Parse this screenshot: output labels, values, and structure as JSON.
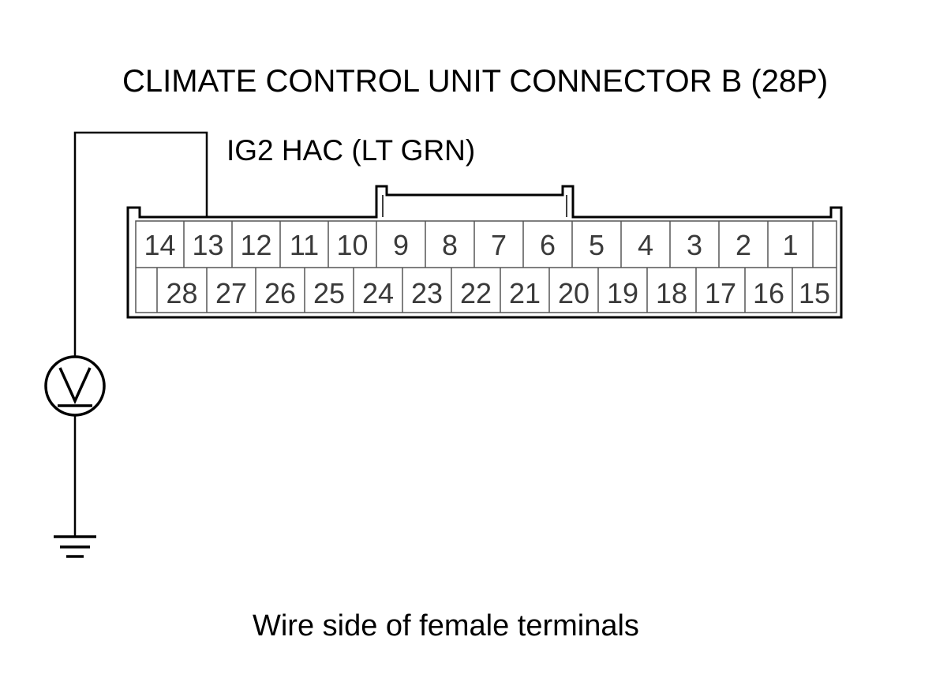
{
  "title": "CLIMATE CONTROL UNIT CONNECTOR B (28P)",
  "wire_label": "IG2 HAC (LT GRN)",
  "caption": "Wire side of female terminals",
  "connector": {
    "top_row": [
      "14",
      "13",
      "12",
      "11",
      "10",
      "9",
      "8",
      "7",
      "6",
      "5",
      "4",
      "3",
      "2",
      "1",
      ""
    ],
    "bottom_row": [
      "",
      "28",
      "27",
      "26",
      "25",
      "24",
      "23",
      "22",
      "21",
      "20",
      "19",
      "18",
      "17",
      "16",
      "15"
    ],
    "probed_terminal": "13"
  },
  "meter": {
    "symbol": "V",
    "icon": "voltmeter-icon"
  },
  "ground": {
    "icon": "ground-icon"
  }
}
